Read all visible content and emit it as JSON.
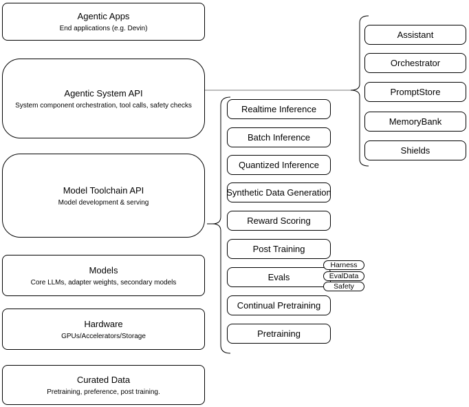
{
  "diagram": {
    "left_stack": [
      {
        "title": "Agentic Apps",
        "subtitle": "End applications (e.g. Devin)"
      },
      {
        "title": "Agentic System API",
        "subtitle": "System component orchestration, tool calls, safety checks"
      },
      {
        "title": "Model Toolchain API",
        "subtitle": "Model development & serving"
      },
      {
        "title": "Models",
        "subtitle": "Core LLMs, adapter weights, secondary models"
      },
      {
        "title": "Hardware",
        "subtitle": "GPUs/Accelerators/Storage"
      },
      {
        "title": "Curated Data",
        "subtitle": "Pretraining, preference, post training."
      }
    ],
    "toolchain_items": [
      {
        "label": "Realtime Inference"
      },
      {
        "label": "Batch Inference"
      },
      {
        "label": "Quantized Inference"
      },
      {
        "label": "Synthetic Data Generation"
      },
      {
        "label": "Reward Scoring"
      },
      {
        "label": "Post Training"
      },
      {
        "label": "Evals"
      },
      {
        "label": "Continual Pretraining"
      },
      {
        "label": "Pretraining"
      }
    ],
    "eval_tags": [
      {
        "label": "Harness"
      },
      {
        "label": "EvalData"
      },
      {
        "label": "Safety"
      }
    ],
    "system_components": [
      {
        "label": "Assistant"
      },
      {
        "label": "Orchestrator"
      },
      {
        "label": "PromptStore"
      },
      {
        "label": "MemoryBank"
      },
      {
        "label": "Shields"
      }
    ],
    "colors": {
      "stroke": "#000000",
      "connector_line": "#7d7d7d",
      "background": "#ffffff",
      "text": "#000000"
    }
  }
}
